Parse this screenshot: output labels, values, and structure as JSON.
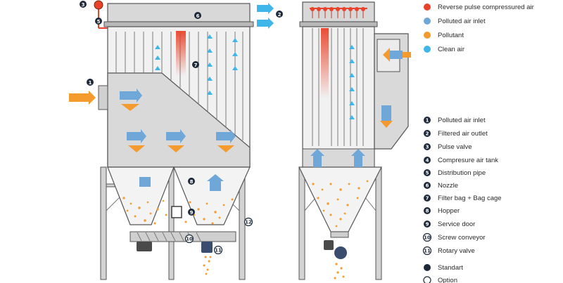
{
  "colors": {
    "reverse_pulse": "#e8432a",
    "polluted_air": "#6ea7d8",
    "pollutant": "#f59a2c",
    "clean_air": "#3fb6ea",
    "steel_light": "#dcdcdc",
    "steel_mid": "#bdbdbd",
    "steel_dark": "#4a4a4a",
    "marker_dark": "#1e2a3a"
  },
  "color_legend": [
    {
      "label": "Reverse pulse compressured air",
      "color": "#e8432a"
    },
    {
      "label": "Polluted air inlet",
      "color": "#6ea7d8"
    },
    {
      "label": "Pollutant",
      "color": "#f59a2c"
    },
    {
      "label": "Clean air",
      "color": "#3fb6ea"
    }
  ],
  "components": [
    {
      "number": "1",
      "label": "Polluted air inlet"
    },
    {
      "number": "2",
      "label": "Filtered air outlet"
    },
    {
      "number": "3",
      "label": "Pulse valve"
    },
    {
      "number": "4",
      "label": "Compresure air tank"
    },
    {
      "number": "5",
      "label": "Distribution pipe"
    },
    {
      "number": "6",
      "label": "Nozzle"
    },
    {
      "number": "7",
      "label": "Filter bag + Bag cage"
    },
    {
      "number": "8",
      "label": "Hopper"
    },
    {
      "number": "9",
      "label": "Service door"
    },
    {
      "number": "10",
      "label": "Screw conveyor"
    },
    {
      "number": "11",
      "label": "Rotary valve"
    }
  ],
  "marker_legend": [
    {
      "label": "Standart",
      "style": "filled"
    },
    {
      "label": "Option",
      "style": "outline"
    }
  ],
  "diagram_numbers": [
    "1",
    "2",
    "3",
    "5",
    "6",
    "7",
    "8",
    "9",
    "10",
    "11",
    "12"
  ]
}
